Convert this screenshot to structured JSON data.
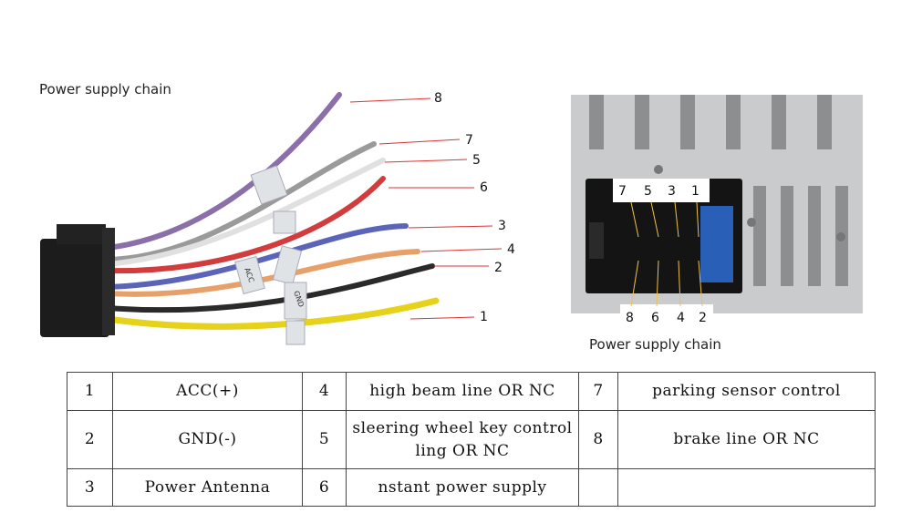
{
  "captions": {
    "left": "Power supply chain",
    "right": "Power supply chain"
  },
  "harness": {
    "callouts": [
      "8",
      "7",
      "5",
      "6",
      "3",
      "4",
      "2",
      "1"
    ],
    "tape_labels": [
      "ACC",
      "GND"
    ],
    "wire_colors": {
      "purple": "#8a6fa8",
      "gray": "#9a9a9a",
      "white": "#e8e8e8",
      "red": "#d23c3c",
      "blue": "#5b64b8",
      "orange": "#e8a06a",
      "black": "#2a2a2a",
      "yellow": "#e6d21a"
    }
  },
  "connector": {
    "top_pins": [
      "7",
      "5",
      "3",
      "1"
    ],
    "bottom_pins": [
      "8",
      "6",
      "4",
      "2"
    ]
  },
  "pin_table": {
    "rows": [
      [
        {
          "num": "1",
          "desc": "ACC(+)"
        },
        {
          "num": "4",
          "desc": "high beam line OR NC"
        },
        {
          "num": "7",
          "desc": "parking sensor control"
        }
      ],
      [
        {
          "num": "2",
          "desc": "GND(-)"
        },
        {
          "num": "5",
          "desc": "sleering wheel  key control ling OR NC"
        },
        {
          "num": "8",
          "desc": "brake  line  OR NC"
        }
      ],
      [
        {
          "num": "3",
          "desc": "Power Antenna"
        },
        {
          "num": "6",
          "desc": "nstant power supply"
        },
        {
          "num": "",
          "desc": ""
        }
      ]
    ]
  }
}
